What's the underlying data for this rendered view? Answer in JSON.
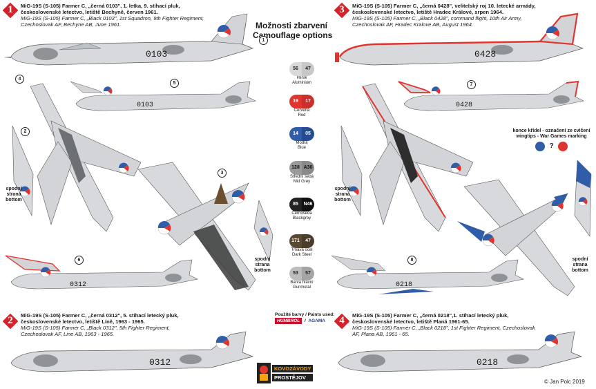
{
  "header": {
    "title_cz": "Možnosti zbarvení",
    "title_en": "Camouflage options"
  },
  "options": [
    {
      "number": "1",
      "cz": "MiG-19S (S-105) Farmer C, „černá 0103\", 1. letka, 9. stíhací pluk, československé letectvo, letiště Bechyně, červen 1961.",
      "en": "MiG-19S (S-105) Farmer C, „Black 0103\", 1st Squadron, 9th Fighter Regiment, Czechoslovak AF, Bechyne AB, June 1961.",
      "serial": "0103"
    },
    {
      "number": "2",
      "cz": "MiG-19S (S-105) Farmer C, „černá 0312\", 5. stíhací letecký pluk, československé letectvo, letiště Líně, 1963 - 1965.",
      "en": "MiG-19S (S-105) Farmer C, „Black 0312\", 5th Fighter Regiment, Czechoslovak AF, Line AB, 1963 - 1965.",
      "serial": "0312"
    },
    {
      "number": "3",
      "cz": "MiG-19S (S-105) Farmer C, „černá 0428\", velitelský roj 10. letecké armády, československé letectvo, letiště Hradec Králové, srpen 1964.",
      "en": "MiG-19S (S-105) Farmer C, „Black 0428\", command flight, 10th Air Army, Czechoslovak AF, Hradec Kralove AB, August 1964.",
      "serial": "0428"
    },
    {
      "number": "4",
      "cz": "MiG-19S (S-105) Farmer C, „černá 0218\",1. stíhací letecký pluk, československé letectvo, letiště Planá 1961-65.",
      "en": "MiG-19S (S-105) Farmer C, „Black 0218\", 1st Fighter Regiment, Czechoslovak AF, Plana AB, 1961 - 65.",
      "serial": "0218"
    }
  ],
  "colors": [
    {
      "code1": "56",
      "code2": "47",
      "cz": "Hliník",
      "en": "Aluminium",
      "left": "#d9d9d9",
      "right": "#c8c8c8",
      "text": "#222222"
    },
    {
      "code1": "19",
      "code2": "17",
      "cz": "Červená",
      "en": "Red",
      "left": "#e0352f",
      "right": "#c9302c",
      "text": "#ffffff"
    },
    {
      "code1": "14",
      "code2": "05",
      "cz": "Modrá",
      "en": "Blue",
      "left": "#2f5da8",
      "right": "#234c92",
      "text": "#ffffff"
    },
    {
      "code1": "128",
      "code2": "A30",
      "cz": "Střední šedá",
      "en": "Mid Grey",
      "left": "#9a9a9a",
      "right": "#8a8a8a",
      "text": "#111111"
    },
    {
      "code1": "85",
      "code2": "N46",
      "cz": "Černošedá",
      "en": "Blackgrey",
      "left": "#222222",
      "right": "#111111",
      "text": "#ffffff"
    },
    {
      "code1": "171",
      "code2": "47",
      "cz": "Tmavá ocel",
      "en": "Dark Steel",
      "left": "#5a4a34",
      "right": "#4a3c2a",
      "text": "#ffffff"
    },
    {
      "code1": "53",
      "code2": "57",
      "cz": "Barva hlavní",
      "en": "Gunmetal",
      "left": "#bdbdbd",
      "right": "#a5a5a5",
      "text": "#222222"
    }
  ],
  "bottom_label": {
    "cz": "spodní strana",
    "en": "bottom"
  },
  "wingtip": {
    "cz": "konce křídel - označení ze cvičení",
    "en": "wingtips - War Games marking",
    "question": "?"
  },
  "paints": {
    "label": "Použité barvy / Paints used:",
    "brand1": "HUMBROL",
    "brand2": "AGAMA"
  },
  "logo": {
    "line1": "KOVOZÁVODY",
    "line2": "PROSTĚJOV"
  },
  "copyright": "© Jan Polc 2019",
  "markers": [
    "1",
    "2",
    "3",
    "4",
    "5",
    "6",
    "7",
    "8"
  ],
  "accent": {
    "red": "#e0352f",
    "blue": "#2f5da8",
    "silver": "#d7d9dc",
    "grey": "#9fa3a6",
    "dark": "#2a2a2a"
  }
}
